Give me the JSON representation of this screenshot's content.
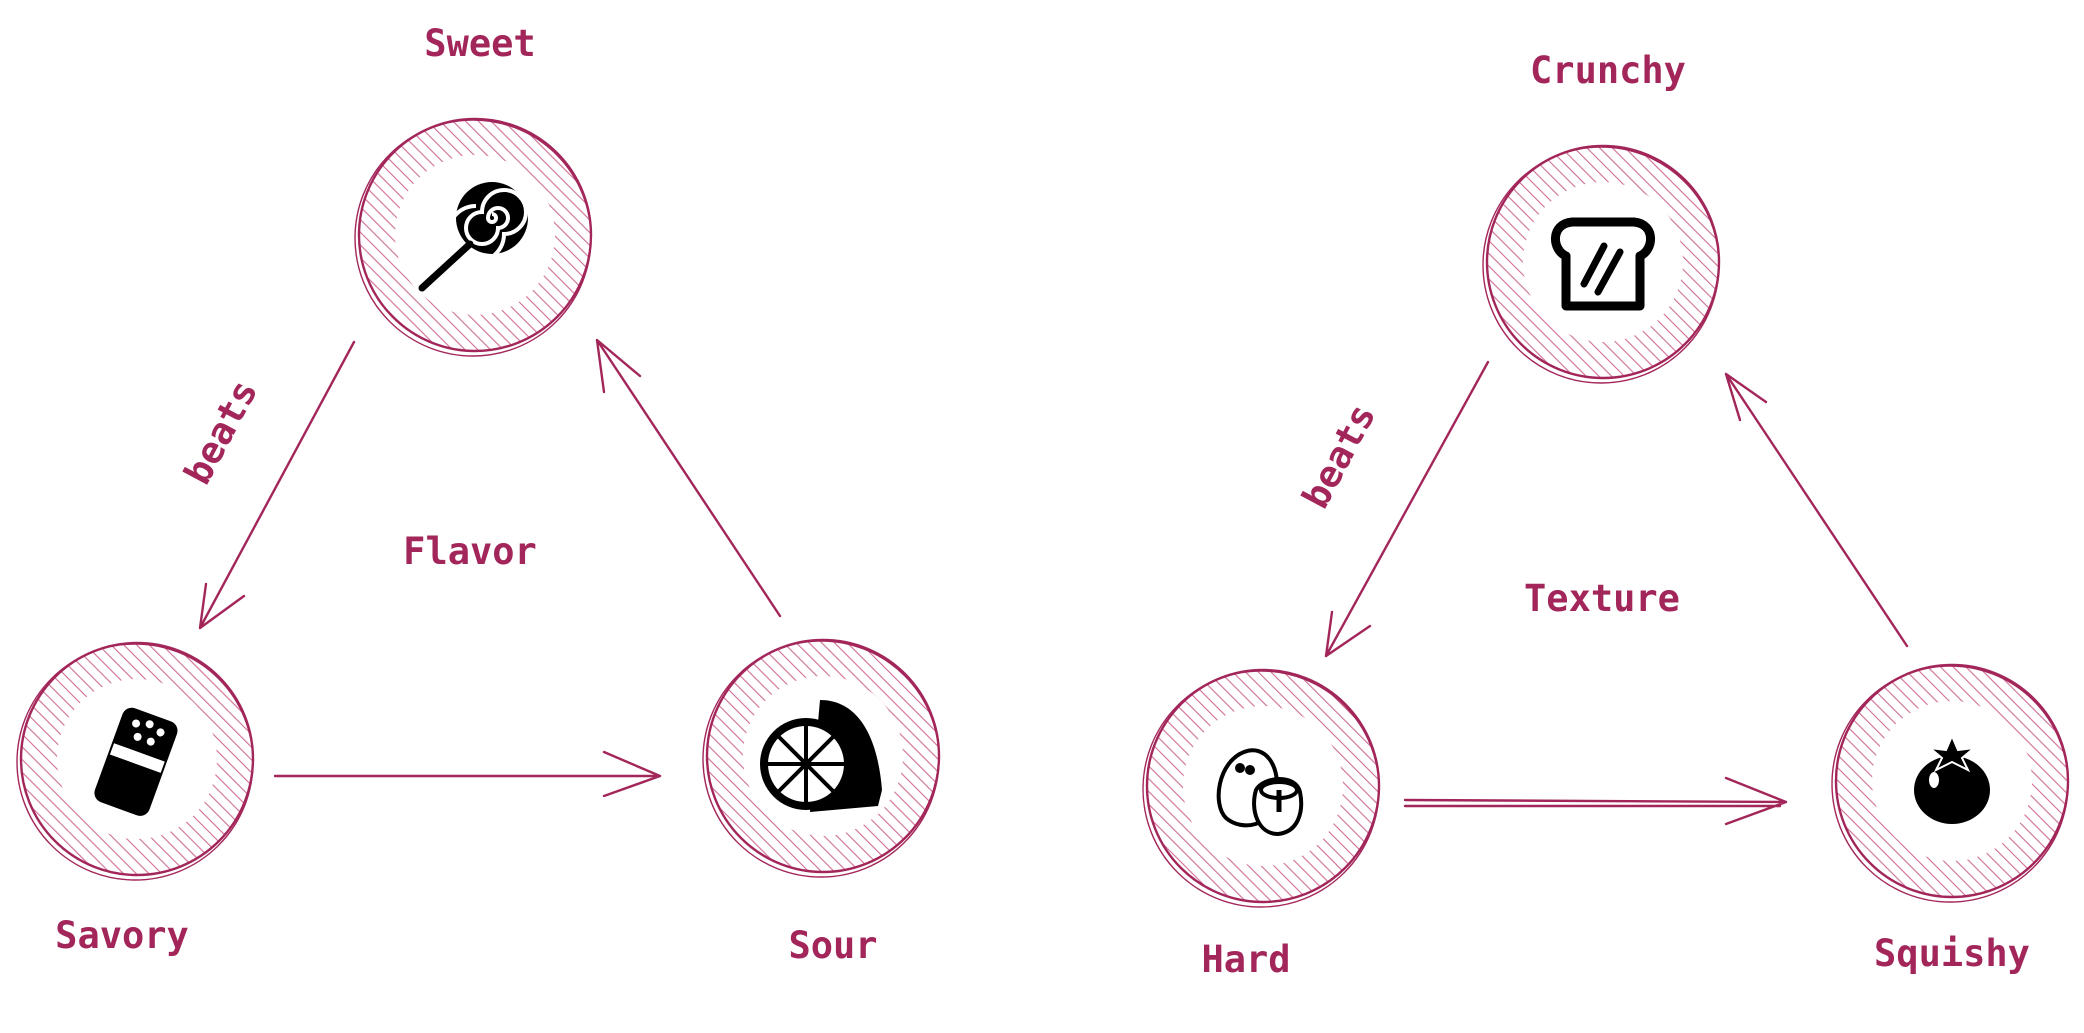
{
  "colors": {
    "accent": "#a3265a",
    "hatch": "#cf6d95",
    "icon": "#000000",
    "background": "#ffffff"
  },
  "diagrams": [
    {
      "center_label": "Flavor",
      "edge_label": "beats",
      "nodes": [
        {
          "label": "Sweet",
          "icon": "lollipop-icon"
        },
        {
          "label": "Savory",
          "icon": "salt-shaker-icon"
        },
        {
          "label": "Sour",
          "icon": "lemon-icon"
        }
      ]
    },
    {
      "center_label": "Texture",
      "edge_label": "beats",
      "nodes": [
        {
          "label": "Crunchy",
          "icon": "toast-icon"
        },
        {
          "label": "Hard",
          "icon": "nuts-icon"
        },
        {
          "label": "Squishy",
          "icon": "tomato-icon"
        }
      ]
    }
  ]
}
